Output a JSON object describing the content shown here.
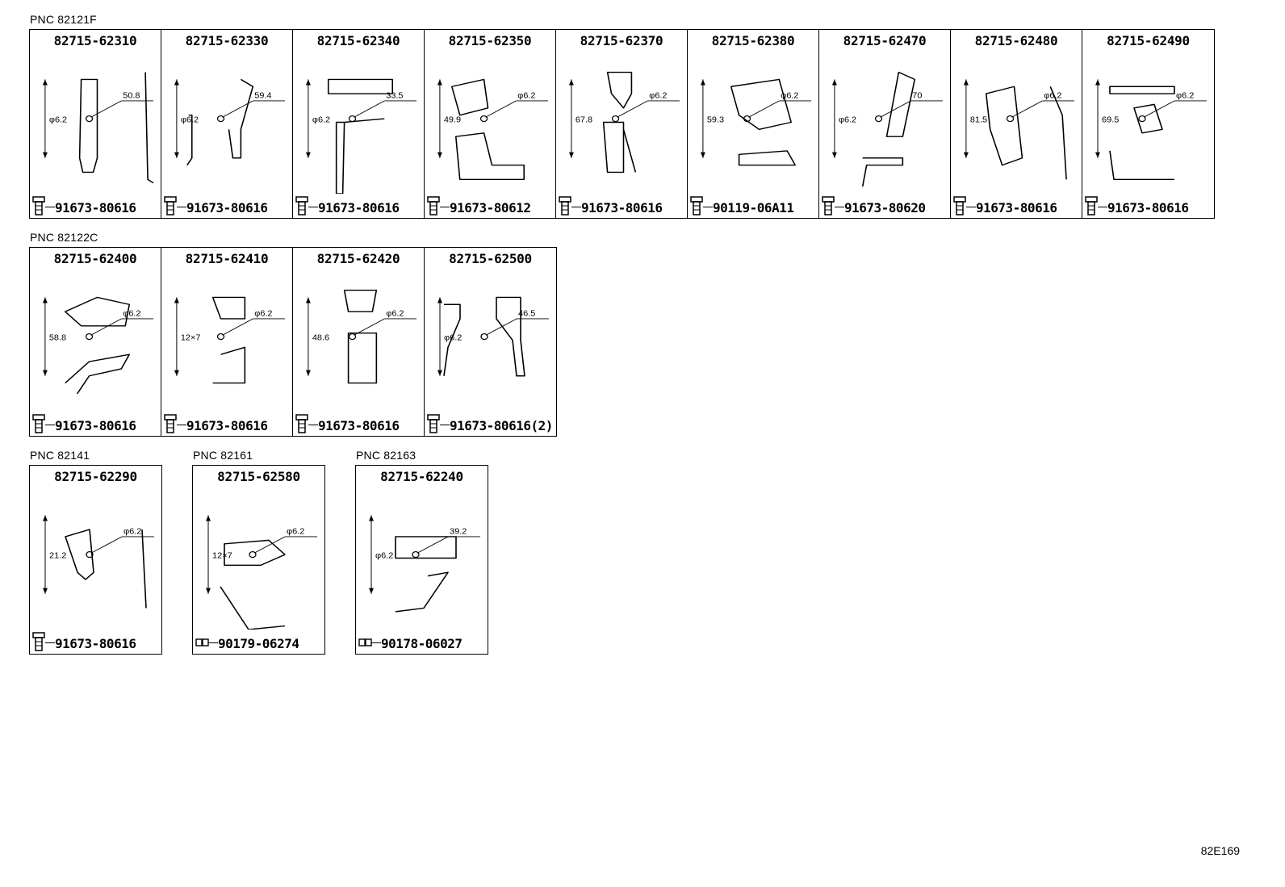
{
  "groups": [
    {
      "pnc_label": "PNC 82121F",
      "parts": [
        {
          "part_number": "82715-62310",
          "fastener": "91673-80616",
          "fastener_icon": "bolt-icon",
          "dims": [
            "50.8",
            "φ6.2"
          ]
        },
        {
          "part_number": "82715-62330",
          "fastener": "91673-80616",
          "fastener_icon": "bolt-icon",
          "dims": [
            "59.4",
            "φ6.2"
          ]
        },
        {
          "part_number": "82715-62340",
          "fastener": "91673-80616",
          "fastener_icon": "bolt-icon",
          "dims": [
            "33.5",
            "φ6.2"
          ]
        },
        {
          "part_number": "82715-62350",
          "fastener": "91673-80612",
          "fastener_icon": "bolt-icon",
          "dims": [
            "φ6.2",
            "49.9"
          ]
        },
        {
          "part_number": "82715-62370",
          "fastener": "91673-80616",
          "fastener_icon": "bolt-icon",
          "dims": [
            "φ6.2",
            "67.8"
          ]
        },
        {
          "part_number": "82715-62380",
          "fastener": "90119-06A11",
          "fastener_icon": "bolt-icon",
          "dims": [
            "φ6.2",
            "59.3"
          ]
        },
        {
          "part_number": "82715-62470",
          "fastener": "91673-80620",
          "fastener_icon": "bolt-icon",
          "dims": [
            "70",
            "φ6.2"
          ]
        },
        {
          "part_number": "82715-62480",
          "fastener": "91673-80616",
          "fastener_icon": "bolt-icon",
          "dims": [
            "φ6.2",
            "81.5"
          ]
        },
        {
          "part_number": "82715-62490",
          "fastener": "91673-80616",
          "fastener_icon": "bolt-icon",
          "dims": [
            "φ6.2",
            "69.5"
          ]
        }
      ]
    },
    {
      "pnc_label": "PNC 82122C",
      "parts": [
        {
          "part_number": "82715-62400",
          "fastener": "91673-80616",
          "fastener_icon": "bolt-icon",
          "dims": [
            "φ6.2",
            "58.8"
          ]
        },
        {
          "part_number": "82715-62410",
          "fastener": "91673-80616",
          "fastener_icon": "bolt-icon",
          "dims": [
            "φ6.2",
            "12×7"
          ]
        },
        {
          "part_number": "82715-62420",
          "fastener": "91673-80616",
          "fastener_icon": "bolt-icon",
          "dims": [
            "φ6.2",
            "48.6"
          ]
        },
        {
          "part_number": "82715-62500",
          "fastener": "91673-80616(2)",
          "fastener_icon": "bolt-icon",
          "dims": [
            "46.5",
            "φ6.2"
          ]
        }
      ]
    },
    {
      "pnc_label": "PNC 82141",
      "parts": [
        {
          "part_number": "82715-62290",
          "fastener": "91673-80616",
          "fastener_icon": "bolt-icon",
          "dims": [
            "φ6.2",
            "21.2"
          ]
        }
      ]
    },
    {
      "pnc_label": "PNC 82161",
      "parts": [
        {
          "part_number": "82715-62580",
          "fastener": "90179-06274",
          "fastener_icon": "nut-icon",
          "dims": [
            "φ6.2",
            "12×7"
          ]
        }
      ]
    },
    {
      "pnc_label": "PNC 82163",
      "parts": [
        {
          "part_number": "82715-62240",
          "fastener": "90178-06027",
          "fastener_icon": "nut-icon",
          "dims": [
            "39.2",
            "φ6.2"
          ]
        }
      ]
    }
  ],
  "illustration_ref": "82E169"
}
